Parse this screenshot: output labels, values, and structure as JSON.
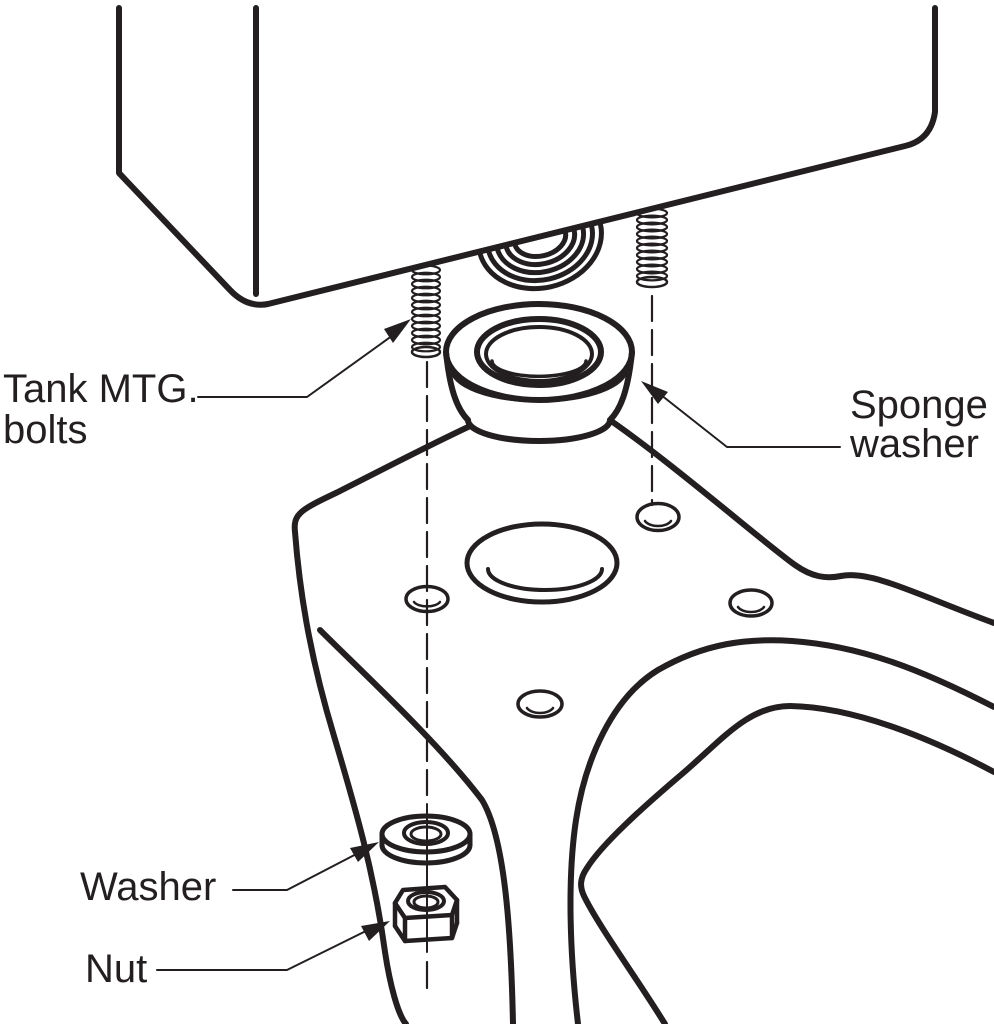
{
  "labels": {
    "tank_bolts": {
      "line1": "Tank MTG.",
      "line2": "bolts"
    },
    "sponge_washer": {
      "line1": "Sponge",
      "line2": "washer"
    },
    "washer": {
      "text": "Washer"
    },
    "nut": {
      "text": "Nut"
    }
  },
  "colors": {
    "ink": "#231f20",
    "paper": "#ffffff"
  }
}
